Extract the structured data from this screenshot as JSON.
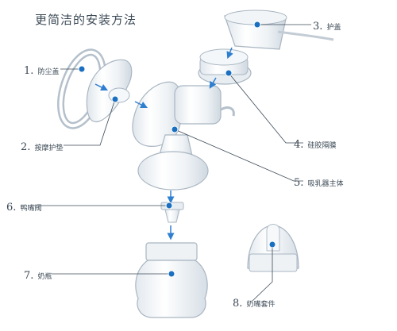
{
  "title": "更简洁的安装方法",
  "parts": [
    {
      "num": "1.",
      "name": "防尘盖"
    },
    {
      "num": "2.",
      "name": "按摩护垫"
    },
    {
      "num": "3.",
      "name": "护盖"
    },
    {
      "num": "4.",
      "name": "硅胶隔膜"
    },
    {
      "num": "5.",
      "name": "吸乳器主体"
    },
    {
      "num": "6.",
      "name": "鸭嘴阀"
    },
    {
      "num": "7.",
      "name": "奶瓶"
    },
    {
      "num": "8.",
      "name": "奶嘴套件"
    }
  ],
  "colors": {
    "accent_blue": "#1a6fc0",
    "leader_line": "#3b4a57",
    "arrow_blue": "#2f7fd0",
    "part_outline": "#a9b6c2",
    "part_fill": "#eef2f5"
  }
}
